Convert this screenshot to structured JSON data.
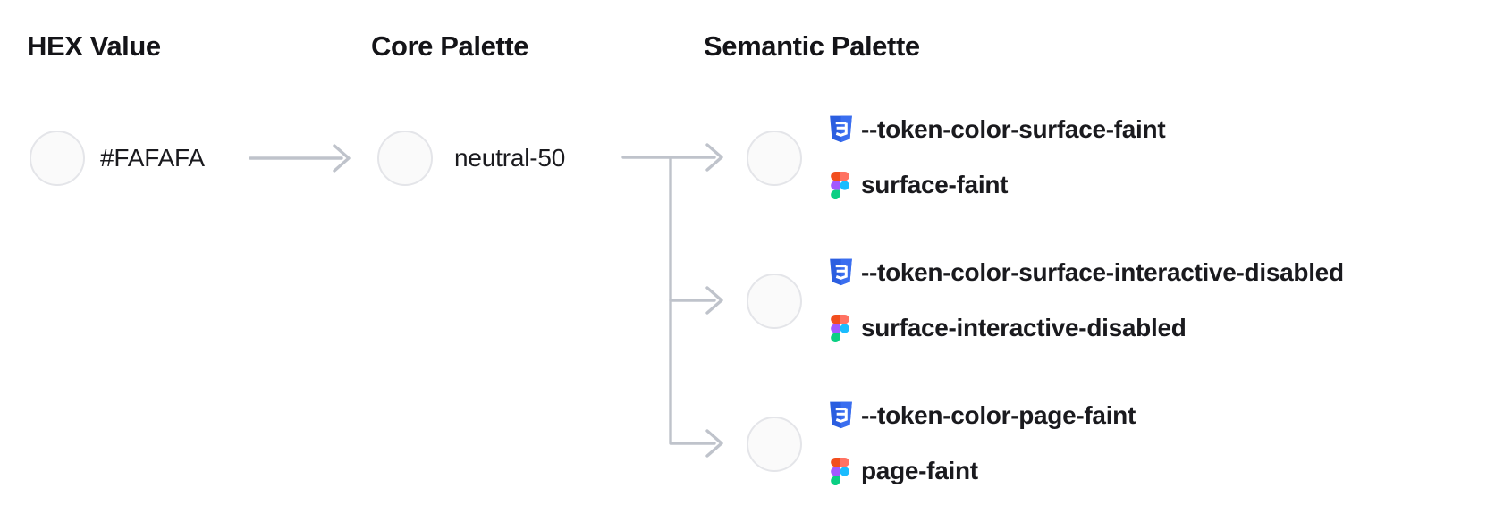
{
  "columns": [
    {
      "label": "HEX Value"
    },
    {
      "label": "Core Palette"
    },
    {
      "label": "Semantic Palette"
    }
  ],
  "hex_value": {
    "label": "#FAFAFA",
    "swatch_color": "#FAFAFA"
  },
  "core_palette": {
    "label": "neutral-50",
    "swatch_color": "#FAFAFA"
  },
  "semantic_tokens": [
    {
      "css_variable": "--token-color-surface-faint",
      "figma_style": "surface-faint",
      "swatch_color": "#FAFAFA"
    },
    {
      "css_variable": "--token-color-surface-interactive-disabled",
      "figma_style": "surface-interactive-disabled",
      "swatch_color": "#FAFAFA"
    },
    {
      "css_variable": "--token-color-page-faint",
      "figma_style": "page-faint",
      "swatch_color": "#FAFAFA"
    }
  ],
  "icons": {
    "css": "css3-badge-icon",
    "figma": "figma-logo-icon"
  },
  "colors": {
    "swatch_fill": "#FAFAFA",
    "swatch_border": "#E4E5E9",
    "connector": "#BFC3CB",
    "text_primary": "#1A1A1E",
    "heading": "#141418",
    "css_logo_blue": "#2B5EE0",
    "css_logo_blue_light": "#3A6EF0",
    "figma_orange": "#F24E1E",
    "figma_salmon": "#FF7262",
    "figma_purple": "#A259FF",
    "figma_blue": "#1ABCFE",
    "figma_green": "#0ACF83"
  }
}
